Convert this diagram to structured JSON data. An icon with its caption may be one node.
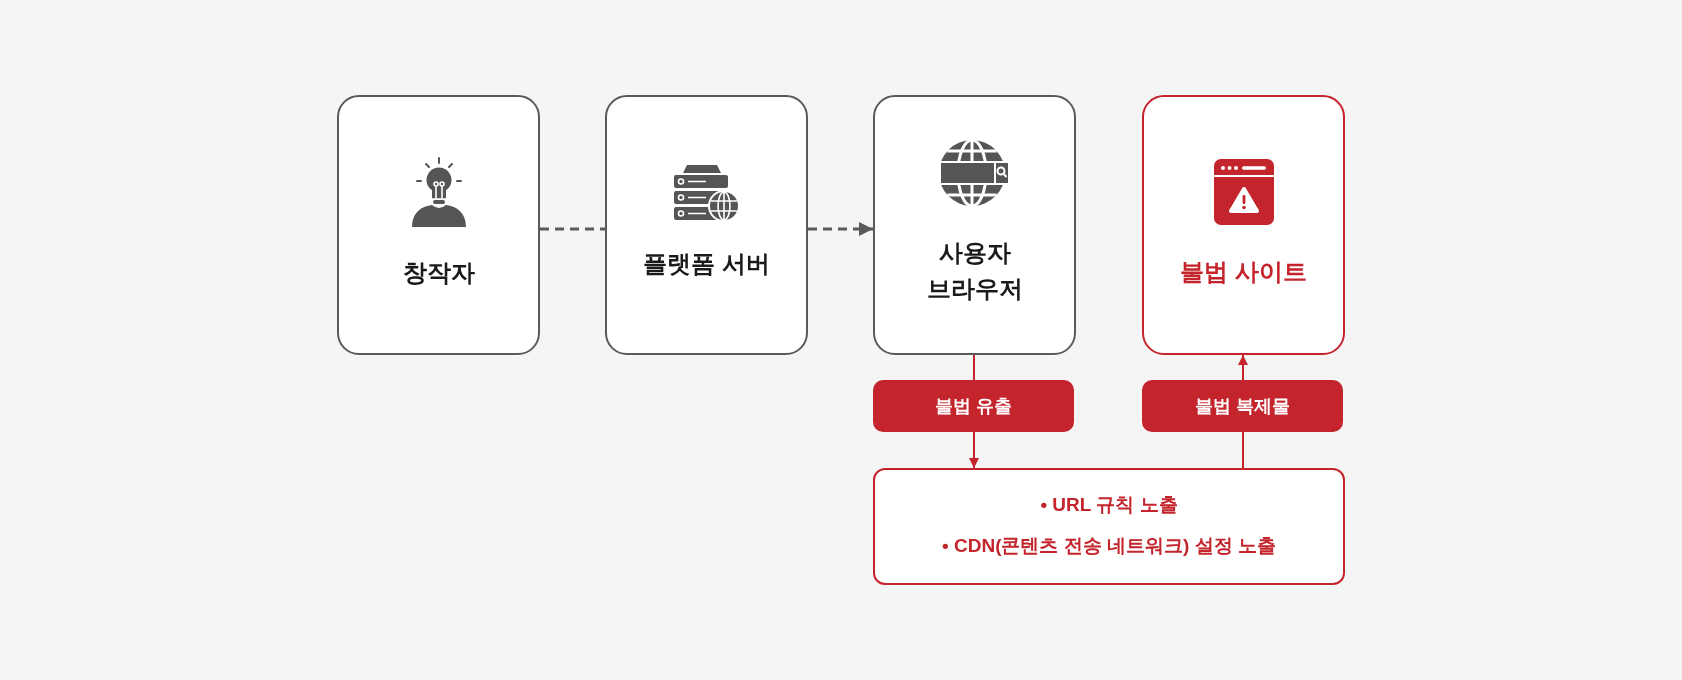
{
  "diagram": {
    "nodes": [
      {
        "text": [
          "창작자"
        ]
      },
      {
        "text": [
          "플랫폼 서버"
        ]
      },
      {
        "text": [
          "사용자 브라우저"
        ]
      },
      {
        "text": [
          "불법 사이트"
        ]
      },
      {
        "text": [
          "불법 유출"
        ]
      },
      {
        "text": [
          "불법 복제물"
        ]
      },
      {
        "text": [
          "• URL 규칙 노출",
          "• CDN(콘텐츠 전송 네트워크) 설정 노출"
        ]
      }
    ],
    "edges": [
      {
        "from": 0,
        "to": 1,
        "arrow": "none",
        "style": "dashed",
        "color": "#5a5a5a"
      },
      {
        "from": 1,
        "to": 2,
        "arrow": "to",
        "style": "dashed",
        "color": "#5a5a5a"
      },
      {
        "from": 2,
        "to": 4,
        "arrow": "none"
      },
      {
        "from": 4,
        "to": 6,
        "arrow": "to"
      },
      {
        "from": 6,
        "to": 5,
        "arrow": "none"
      },
      {
        "from": 5,
        "to": 3,
        "arrow": "to"
      }
    ]
  }
}
